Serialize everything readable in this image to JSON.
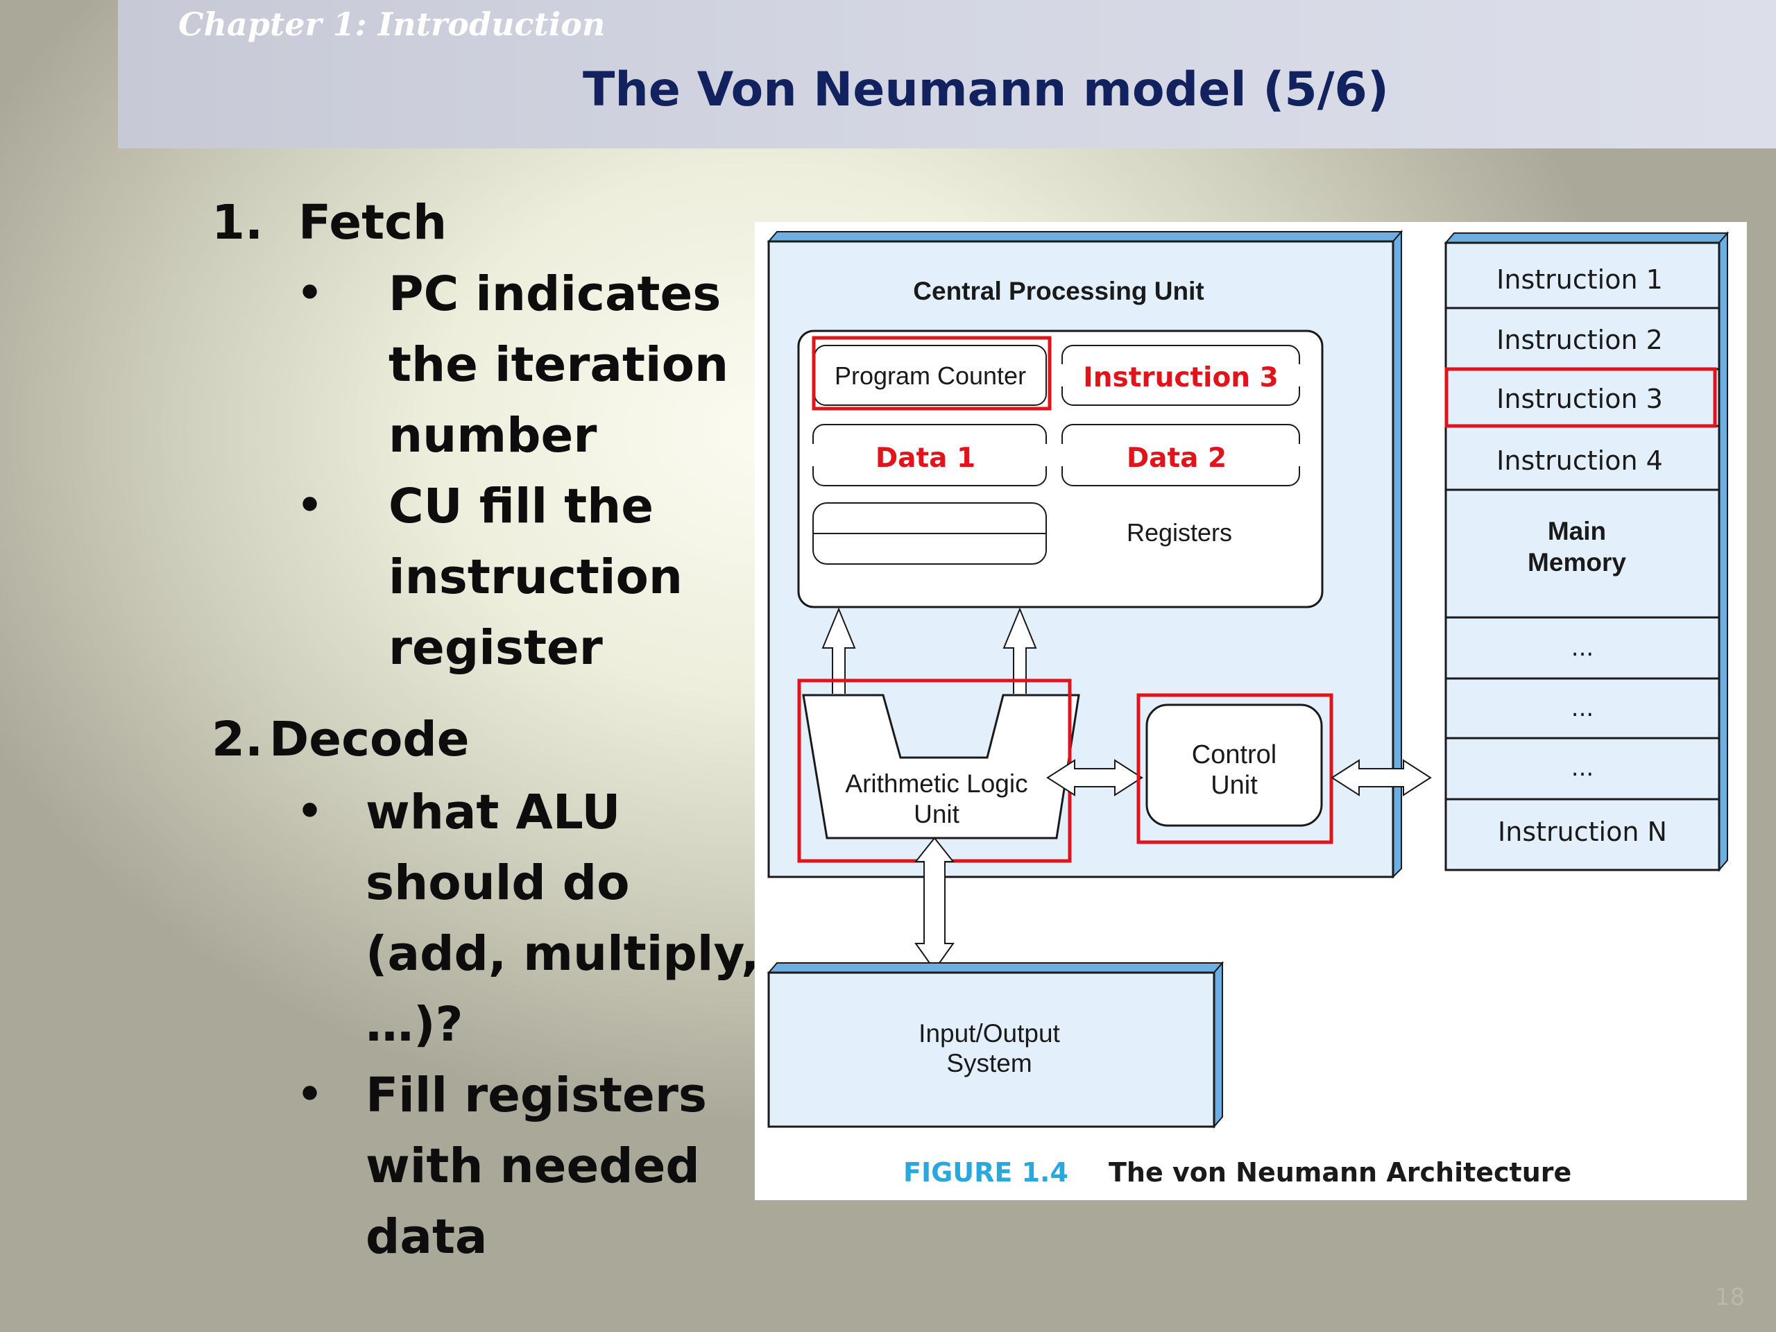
{
  "header": {
    "chapter": "Chapter 1: Introduction",
    "title": "The Von Neumann model (5/6)"
  },
  "steps": [
    {
      "number": "1.",
      "label": "Fetch",
      "bullets": [
        {
          "lines": [
            "PC indicates",
            "the iteration",
            "number"
          ]
        },
        {
          "lines": [
            "CU fill the",
            "instruction",
            "register"
          ]
        }
      ]
    },
    {
      "number": "2.",
      "label": "Decode",
      "bullets": [
        {
          "lines": [
            "what ALU",
            "should do",
            "(add, multiply,",
            "…)?"
          ]
        },
        {
          "lines": [
            "Fill registers",
            "with needed",
            "data"
          ]
        }
      ]
    }
  ],
  "diagram": {
    "cpu_title": "Central Processing Unit",
    "registers": {
      "program_counter": "Program Counter",
      "instruction_register": "Instruction 3",
      "data1": "Data 1",
      "data2": "Data 2",
      "label": "Registers"
    },
    "alu": [
      "Arithmetic Logic",
      "Unit"
    ],
    "control_unit": [
      "Control",
      "Unit"
    ],
    "io": [
      "Input/Output",
      "System"
    ],
    "memory": {
      "cells": [
        "Instruction 1",
        "Instruction 2",
        "Instruction 3",
        "Instruction 4"
      ],
      "label": [
        "Main",
        "Memory"
      ],
      "ellipsis": [
        "...",
        "...",
        "..."
      ],
      "last": "Instruction N"
    },
    "caption_number": "FIGURE 1.4",
    "caption_text": "The von Neumann Architecture",
    "colors": {
      "highlight": "#e0141a",
      "box_fill": "#e3f0fb",
      "box_side": "#6eafe3",
      "caption_blue": "#2aa7df"
    }
  },
  "page_number": "18"
}
